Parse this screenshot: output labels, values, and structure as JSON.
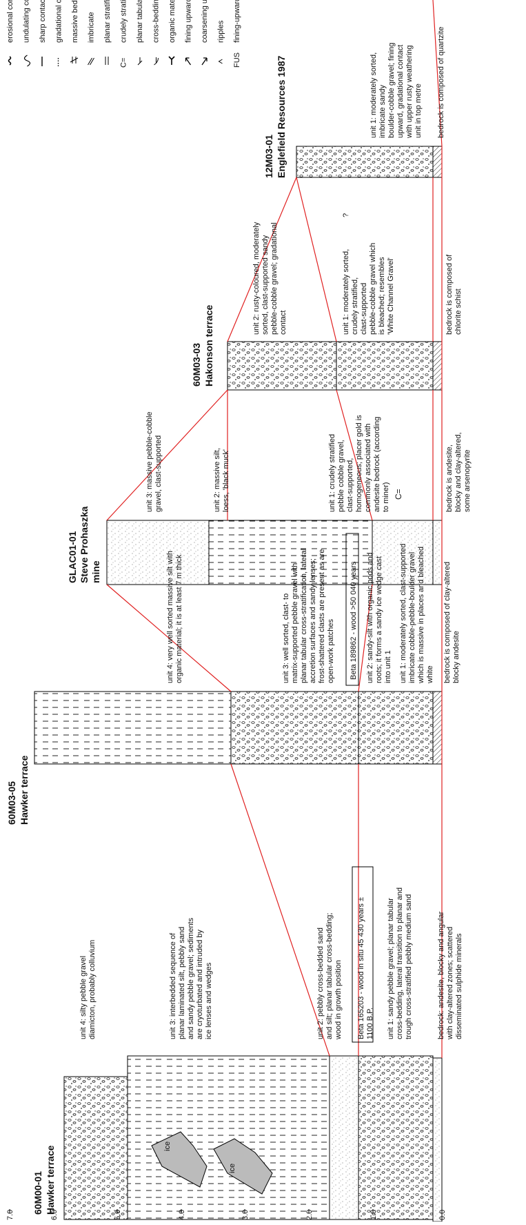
{
  "scale": {
    "ticks": [
      "0.0",
      "1.0",
      "2.0",
      "3.0",
      "4.0",
      "5.0",
      "6.0",
      "7.0"
    ]
  },
  "columns": {
    "col1": {
      "id": "60M00-01",
      "name": "Hawker terrace"
    },
    "col2": {
      "id": "60M03-05",
      "name": "Hawker terrace"
    },
    "col3": {
      "id": "GLAC01-01",
      "name": "Steve Prohaszka",
      "name2": "mine"
    },
    "col4": {
      "id": "60M03-03",
      "name": "Hakonson terrace"
    },
    "col5": {
      "id": "12M03-01",
      "name": "Englefield Resources 1987"
    }
  },
  "desc": {
    "c1_bedrock": [
      "bedrock:  andesite, blocky and angular",
      "with clay-altered zones; scattered",
      "disseminated sulphide minerals"
    ],
    "c1_u1": [
      "unit 1: sandy pebble gravel; planar tabular",
      "cross-bedding, lateral transition to planar and",
      "trough cross-stratified pebbly medium sand"
    ],
    "c1_beta": [
      "Beta 165203 - wood in situ 45 430 years ±",
      "1100 B.P."
    ],
    "c1_u2": [
      "unit 2: pebbly cross-bedded sand",
      "and silt; planar tabular cross-bedding;",
      "wood in growth position"
    ],
    "c1_u3": [
      "unit 3: interbedded sequence of",
      "planar laminated silt, pebbly sand",
      "and sandy pebble gravel; sediments",
      "are cryoturbated and intruded by",
      "ice lenses and wedges"
    ],
    "c1_u4": [
      "unit 4: silty pebble gravel",
      "diamicton, probably colluvium"
    ],
    "c1_ice": "ice",
    "c2_bedrock": [
      "bedrock is composed of clay-altered",
      "blocky andesite"
    ],
    "c2_u1": [
      "unit 1: moderately sorted, clast-supported",
      "imbricate cobble-pebble-boulder gravel",
      "which is massive in places and bleached",
      "white"
    ],
    "c2_u2": [
      "unit 2: sandy-silt with organic pods and",
      "roots; it forms a sandy ice wedge cast",
      "into unit 1"
    ],
    "c2_beta": "Beta 189862 - wood >50 040 years",
    "c2_u3": [
      "unit 3: well sorted, clast- to",
      "matrix-supported pebble gravel with",
      "planar tabular cross-stratification, lateral",
      "accretion surfaces and sandy lenses;",
      "frost-shattered clasts are present as are",
      "open-work patches"
    ],
    "c2_u4": [
      "unit 4: very well sorted massive silt with",
      "organic material; it is at least 7 m thick"
    ],
    "c3_bedrock": [
      "bedrock is andesite,",
      "blocky and clay-altered,",
      "some arsenopyrite"
    ],
    "c3_u1": [
      "unit 1: crudely stratified",
      "pebble cobble gravel,",
      "clast-supported,",
      "homogeneous; placer gold is",
      "commonly associated with",
      "andesite bedrock (according",
      "to miner)"
    ],
    "c3_u1_sym": "C=",
    "c3_u2": [
      "unit 2: massive silt,",
      "loess, 'black muck'"
    ],
    "c3_u3": [
      "unit 3: massive pebble-cobble",
      "gravel, clast-supported"
    ],
    "c4_bedrock": [
      "bedrock is composed of",
      "chlorite schist"
    ],
    "c4_u1": [
      "unit 1: moderately sorted,",
      "crudely stratified,",
      "clast-supported",
      "pebble-cobble gravel which",
      "is bleached; resembles",
      "'White Channel Gravel'"
    ],
    "c4_q": "?",
    "c4_u2": [
      "unit 2: rusty-coloured, moderately",
      "sorted, clast-supported sandy",
      "pebble-cobble gravel; gradational",
      "contact"
    ],
    "c5_bedrock": "bedrock is composed of quartzite",
    "c5_u1": [
      "unit 1: moderately sorted,",
      "imbricate sandy",
      "boulder-cobble gravel; fining",
      "upward, gradational contact",
      "with upper rusty weathering",
      "unit in top metre"
    ]
  },
  "legend": [
    {
      "sym": "wavy",
      "label": "erosional contact"
    },
    {
      "sym": "undulating",
      "label": "undulating contact"
    },
    {
      "sym": "solid",
      "label": "sharp contact"
    },
    {
      "sym": "dotted",
      "label": "gradational contact"
    },
    {
      "sym": "massive",
      "label": "massive bedding"
    },
    {
      "sym": "imbricate",
      "label": "imbricate"
    },
    {
      "sym": "planar",
      "label": "planar stratified"
    },
    {
      "sym": "crude",
      "label": "crudely stratified"
    },
    {
      "sym": "tabular",
      "label": "planar tabular cross-bedding"
    },
    {
      "sym": "cross",
      "label": "cross-bedding"
    },
    {
      "sym": "organic",
      "label": "organic material"
    },
    {
      "sym": "fining",
      "label": "fining upward"
    },
    {
      "sym": "coarsening",
      "label": "coarsening upward"
    },
    {
      "sym": "ripples",
      "label": "ripples"
    },
    {
      "sym": "FUS",
      "label": "fining-upward sequence"
    }
  ],
  "legend_symbols": {
    "crude": "C=",
    "FUS": "FUS"
  },
  "colors": {
    "correlation": "#e02020",
    "ice": "#bbbbbb"
  }
}
